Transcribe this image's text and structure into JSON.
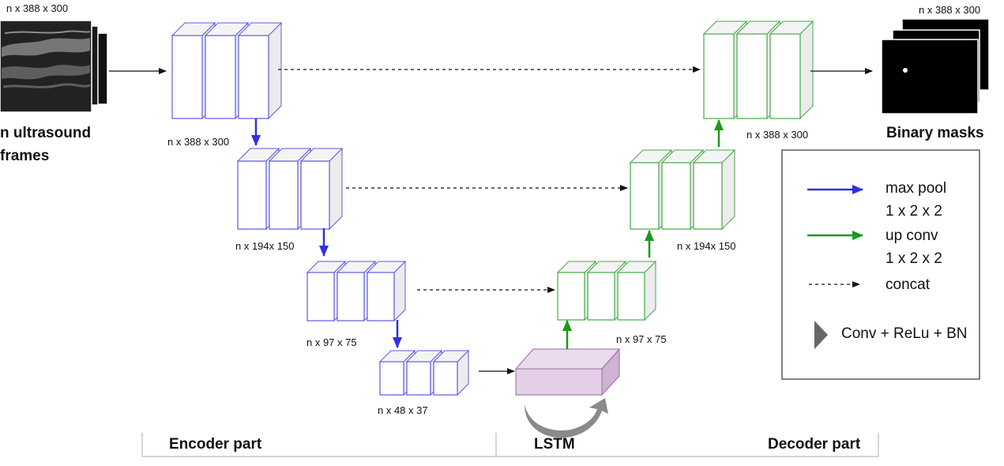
{
  "colors": {
    "encoder": "#5a5ae8",
    "decoder": "#44aa44",
    "pool_arrow": "#3030e0",
    "upconv_arrow": "#1a9a1a",
    "lstm_fill": "#e3d0e6",
    "lstm_stroke": "#9a6aa3",
    "conv_marker": "#666666"
  },
  "icons": {
    "conv": "gray-triangle-icon",
    "max_pool": "blue-arrow-icon",
    "up_conv": "green-arrow-icon",
    "concat": "dashed-arrow-icon",
    "recurrence": "curved-gray-arrow-icon"
  },
  "input": {
    "dim": "n x 388 x 300",
    "label_line1": "n ultrasound",
    "label_line2": "frames"
  },
  "output": {
    "dim": "n x 388 x 300",
    "label": "Binary masks"
  },
  "encoder": {
    "level1_dim": "n x 388 x 300",
    "level2_dim": "n x 194x 150",
    "level3_dim": "n x 97 x 75",
    "level4_dim": "n x 48 x 37"
  },
  "decoder": {
    "level1_dim": "n x 388 x 300",
    "level2_dim": "n x 194x 150",
    "level3_dim": "n x 97 x 75"
  },
  "legend": {
    "max_pool_line1": "max pool",
    "max_pool_line2": "1 x 2 x 2",
    "up_conv_line1": "up conv",
    "up_conv_line2": "1 x 2 x 2",
    "concat": "concat",
    "conv": "Conv + ReLu + BN"
  },
  "parts": {
    "encoder": "Encoder part",
    "lstm": "LSTM",
    "decoder": "Decoder part"
  }
}
